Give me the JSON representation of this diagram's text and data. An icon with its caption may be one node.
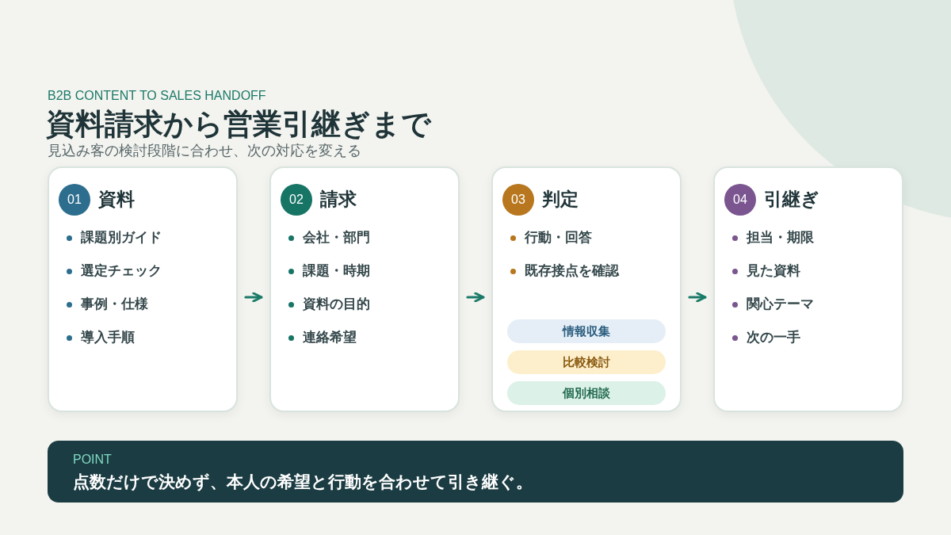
{
  "diagram": {
    "title": "資料請求から営業引継ぎまで",
    "nodes": [
      {
        "text": [
          "01",
          "資料",
          "課題別ガイド",
          "選定チェック",
          "事例・仕様",
          "導入手順"
        ]
      },
      {
        "text": [
          "02",
          "請求",
          "会社・部門",
          "課題・時期",
          "資料の目的",
          "連絡希望"
        ]
      },
      {
        "text": [
          "03",
          "判定",
          "行動・回答",
          "既存接点を確認"
        ]
      },
      {
        "text": [
          "情報収集"
        ],
        "in": 2
      },
      {
        "text": [
          "比較検討"
        ],
        "in": 2
      },
      {
        "text": [
          "個別相談"
        ],
        "in": 2
      },
      {
        "text": [
          "04",
          "引継ぎ",
          "担当・期限",
          "見た資料",
          "関心テーマ",
          "次の一手"
        ]
      },
      {
        "text": [
          "POINT",
          "点数だけで決めず、本人の希望と行動を合わせて引き継ぐ。"
        ]
      }
    ],
    "edges": [
      {
        "from": 0,
        "to": 1,
        "arrow": "to"
      },
      {
        "from": 1,
        "to": 2,
        "arrow": "to"
      },
      {
        "from": 2,
        "to": 6,
        "arrow": "to"
      }
    ],
    "labels": [
      "B2B CONTENT TO SALES HANDOFF",
      "見込み客の検討段階に合わせ、次の対応を変える"
    ]
  }
}
